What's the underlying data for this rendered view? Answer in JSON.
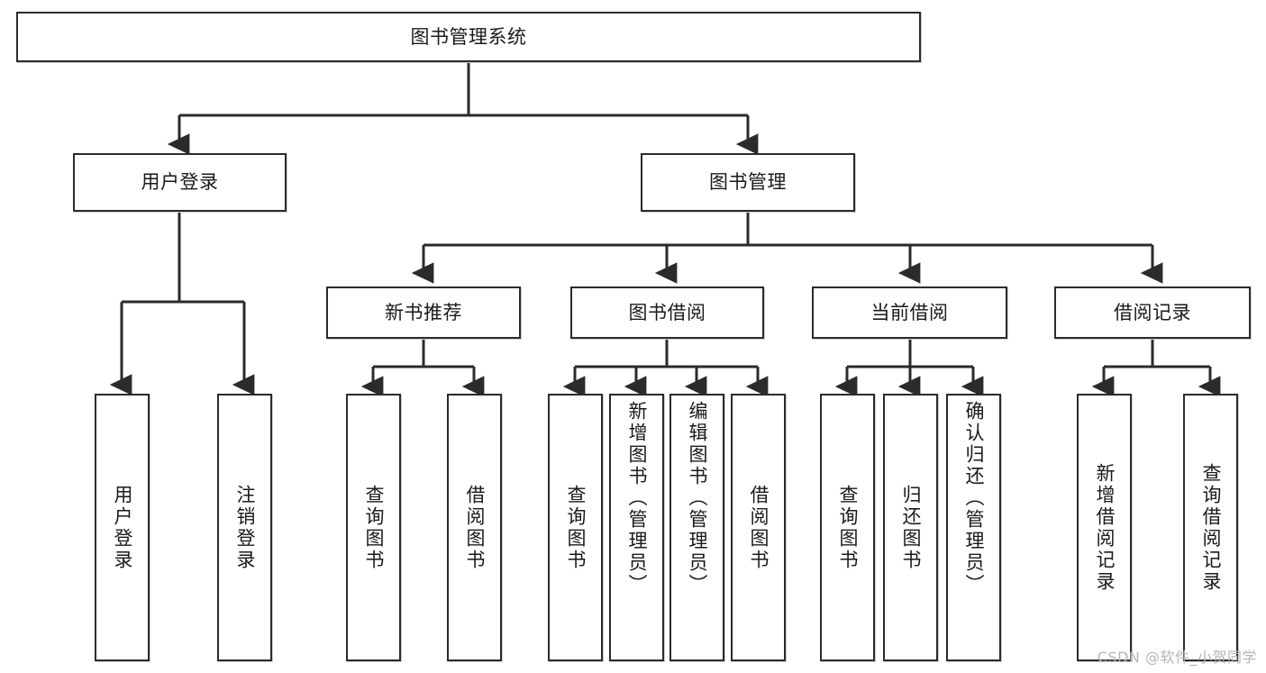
{
  "diagram": {
    "title": "图书管理系统",
    "watermark": "CSDN @软件_小贺同学",
    "stroke_color": "#2b2b2b",
    "fill_color": "#ffffff",
    "text_color": "#1a1a1a",
    "watermark_color": "#b6b6b6"
  },
  "nodes": {
    "root": {
      "label": "图书管理系统"
    },
    "level2": [
      {
        "label": "用户登录"
      },
      {
        "label": "图书管理"
      }
    ],
    "level3": [
      {
        "label": "新书推荐"
      },
      {
        "label": "图书借阅"
      },
      {
        "label": "当前借阅"
      },
      {
        "label": "借阅记录"
      }
    ],
    "leaves": {
      "user_login": [
        {
          "label": "用户登录"
        },
        {
          "label": "注销登录"
        }
      ],
      "new_book": [
        {
          "label": "查询图书"
        },
        {
          "label": "借阅图书"
        }
      ],
      "borrow_book": [
        {
          "label": "查询图书"
        },
        {
          "label": "新增图书（管理员）"
        },
        {
          "label": "编辑图书（管理员）"
        },
        {
          "label": "借阅图书"
        }
      ],
      "current_borrow": [
        {
          "label": "查询图书"
        },
        {
          "label": "归还图书"
        },
        {
          "label": "确认归还（管理员）"
        }
      ],
      "borrow_record": [
        {
          "label": "新增借阅记录"
        },
        {
          "label": "查询借阅记录"
        }
      ]
    }
  }
}
